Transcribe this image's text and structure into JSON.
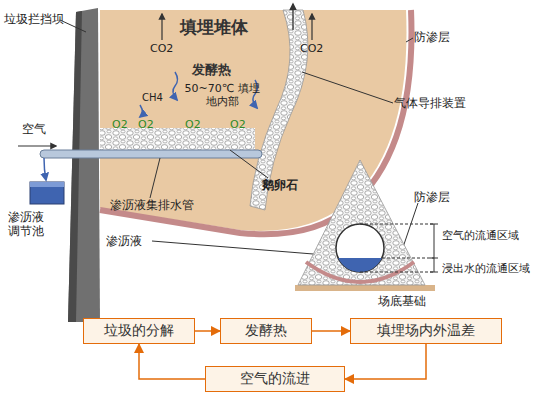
{
  "diagram": {
    "nodes": [
      {
        "text": [
          "垃圾的分解"
        ]
      },
      {
        "text": [
          "发酵热"
        ]
      },
      {
        "text": [
          "填埋场内外温差"
        ]
      },
      {
        "text": [
          "空气的流进"
        ]
      }
    ],
    "edges": [
      {
        "from": 0,
        "to": 1,
        "arrow": "to"
      },
      {
        "from": 1,
        "to": 2,
        "arrow": "to"
      },
      {
        "from": 2,
        "to": 3,
        "arrow": "to"
      },
      {
        "from": 3,
        "to": 0,
        "arrow": "to"
      }
    ],
    "labels": [
      "垃圾拦挡坝",
      "填埋堆体",
      "CO2",
      "CO2",
      "防渗层",
      "发酵热",
      "CH4",
      "50~70℃ 填埋地内部",
      "气体导排装置",
      "空气",
      "O2",
      "O2",
      "O2",
      "O2",
      "鹅卵石",
      "渗沥液集排水管",
      "渗沥液 调节池",
      "防渗层",
      "渗沥液",
      "空气的流通区域",
      "浸出水的流通区域",
      "场底基础"
    ]
  }
}
